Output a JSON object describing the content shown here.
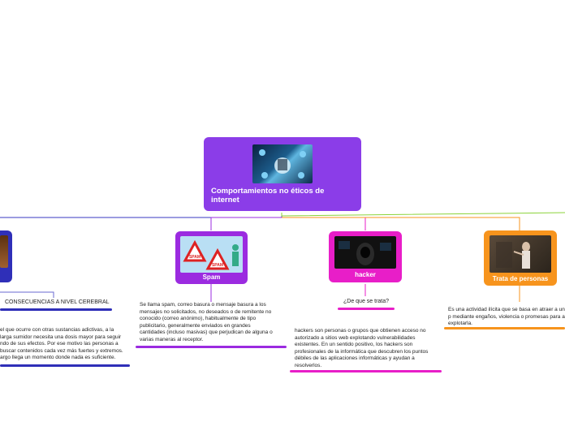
{
  "central": {
    "title": "Comportamientos no éticos de internet",
    "color": "#8b3de8",
    "image_icon": "hacker-network-image"
  },
  "branches": [
    {
      "id": "left",
      "color": "#2f2fb8",
      "image_icon": "person-photo",
      "subtopic": "CONSECUENCIAS A NIVEL CEREBRAL",
      "note": "el que ocurre con otras sustancias adictivas, a la larga sumidor necesita una dosis mayor para seguir ndo de sus efectos. Por ese motivo las personas a buscar contenidos cada vez más fuertes y extremos. argo llega un momento donde nada es suficiente."
    },
    {
      "id": "spam",
      "color": "#9b2be0",
      "image_icon": "spam-warning-signs-image",
      "label": "Spam",
      "note": "Se llama spam, correo basura o mensaje basura a los mensajes no solicitados, no deseados o de remitente no conocido (correo anónimo), habitualmente de tipo publicitario, generalmente enviados en grandes cantidades (incluso masivas) que perjudican de alguna o varias maneras al receptor."
    },
    {
      "id": "hacker",
      "color": "#e81ec8",
      "image_icon": "hooded-hacker-image",
      "label": "hacker",
      "subtopic": "¿De que se trata?",
      "note": "hackers son personas o grupos que obtienen acceso no autorizado a sitios web explotando vulnerabilidades existentes. En un sentido positivo, los hackers son profesionales de la informática que descubren los puntos débiles de las aplicaciones informáticas y ayudan a resolverlos."
    },
    {
      "id": "trata",
      "color": "#f7941d",
      "image_icon": "captive-woman-image",
      "label": "Trata de personas",
      "note": "Es una actividad ilícita que se basa en atraer a una p mediante engaños, violencia o promesas para así explotarla."
    }
  ]
}
